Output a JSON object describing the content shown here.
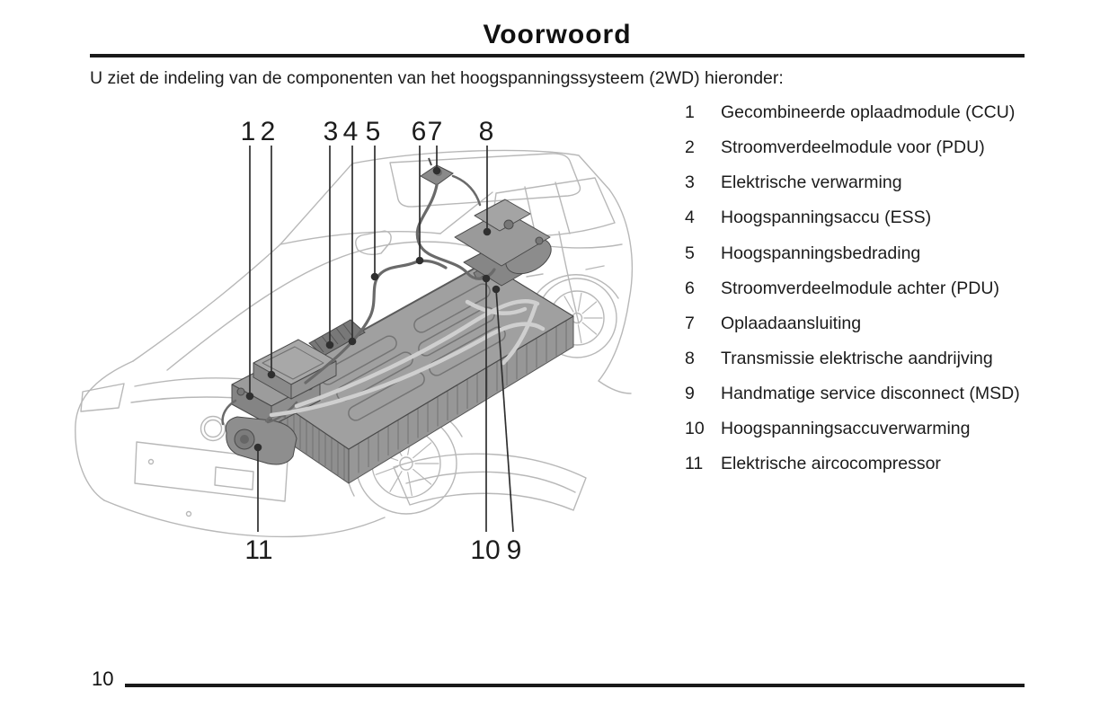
{
  "page": {
    "title": "Voorwoord",
    "intro": "U ziet de indeling van de componenten van het hoogspanningssysteem (2WD) hieronder:",
    "page_number": "10"
  },
  "legend": {
    "items": [
      {
        "num": "1",
        "label": "Gecombineerde oplaadmodule (CCU)"
      },
      {
        "num": "2",
        "label": "Stroomverdeelmodule voor (PDU)"
      },
      {
        "num": "3",
        "label": "Elektrische verwarming"
      },
      {
        "num": "4",
        "label": "Hoogspanningsaccu (ESS)"
      },
      {
        "num": "5",
        "label": "Hoogspanningsbedrading"
      },
      {
        "num": "6",
        "label": "Stroomverdeelmodule achter (PDU)"
      },
      {
        "num": "7",
        "label": "Oplaadaansluiting"
      },
      {
        "num": "8",
        "label": "Transmissie elektrische aandrijving"
      },
      {
        "num": "9",
        "label": "Handmatige service disconnect (MSD)"
      },
      {
        "num": "10",
        "label": "Hoogspanningsaccuverwarming"
      },
      {
        "num": "11",
        "label": "Elektrische aircocompressor"
      }
    ]
  },
  "diagram": {
    "callouts_top": [
      "1",
      "2",
      "3",
      "4",
      "5",
      "6",
      "7",
      "8"
    ],
    "callouts_bottom": [
      "11",
      "10",
      "9"
    ]
  },
  "colors": {
    "text": "#1a1a1a",
    "rule": "#1a1a1a",
    "car_outline": "#b8b8b8",
    "component_fill": "#9a9a9a",
    "leader_line": "#2f2f2f"
  }
}
